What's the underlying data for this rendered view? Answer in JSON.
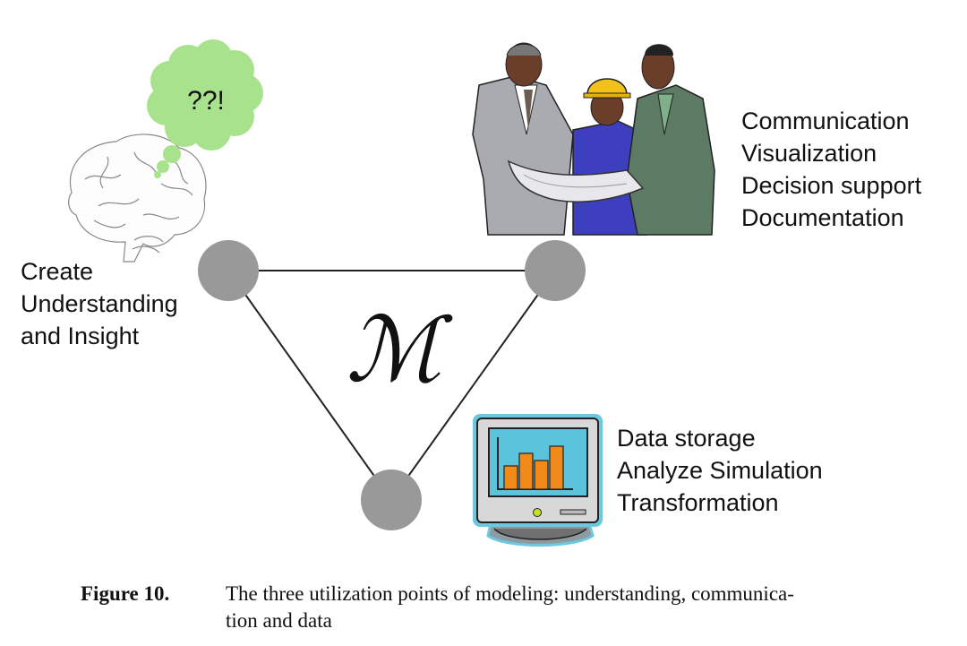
{
  "thought_bubble": {
    "text": "??!"
  },
  "model_symbol": "ℳ",
  "nodes": [
    {
      "id": "understanding",
      "color": "#999999"
    },
    {
      "id": "communication",
      "color": "#999999"
    },
    {
      "id": "data",
      "color": "#999999"
    }
  ],
  "labels": {
    "understanding": [
      "Create",
      "Understanding",
      "and Insight"
    ],
    "communication": [
      "Communication",
      "Visualization",
      "Decision support",
      "Documentation"
    ],
    "data": [
      "Data storage",
      "Analyze Simulation",
      "Transformation"
    ]
  },
  "illustrations": {
    "brain": "brain-clipart",
    "people": "people-reviewing-blueprint-clipart",
    "computer": "computer-monitor-bar-chart-clipart"
  },
  "colors": {
    "bubble": "#a8e28c",
    "node": "#999999",
    "edge": "#222222",
    "monitor_bars": "#f28a1a",
    "monitor_screen": "#5bc4dc"
  },
  "caption": {
    "label": "Figure 10.",
    "lines": [
      "The three utilization points of modeling: understanding, communica-",
      "tion and data"
    ]
  }
}
